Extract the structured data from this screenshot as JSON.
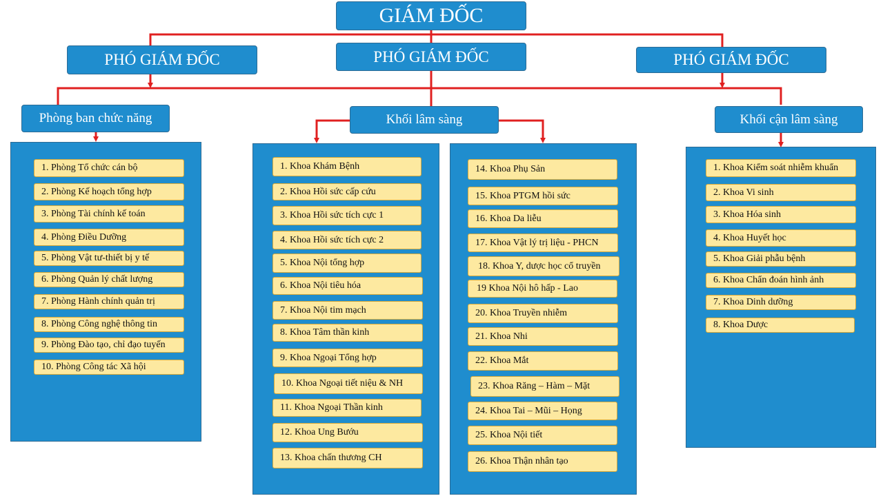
{
  "director": "GIÁM ĐỐC",
  "deputies": [
    "PHÓ GIÁM ĐỐC",
    "PHÓ GIÁM ĐỐC",
    "PHÓ GIÁM ĐỐC"
  ],
  "groups": {
    "functional": {
      "title": "Phòng ban chức năng",
      "items": [
        "1. Phòng Tổ chức cán bộ",
        "2. Phòng Kế hoạch tổng hợp",
        "3. Phòng Tài chính kế toán",
        "4. Phòng Điều Dưỡng",
        "5. Phòng Vật tư-thiết bị y tế",
        "6. Phòng Quản lý chất lượng",
        "7. Phòng Hành chính quản trị",
        "8. Phòng Công nghệ thông tin",
        "9. Phòng Đào tạo, chỉ đạo tuyến",
        "10. Phòng  Công tác Xã hội"
      ]
    },
    "clinical": {
      "title": "Khối lâm sàng",
      "items_left": [
        "1. Khoa Khám Bệnh",
        "2. Khoa Hồi sức cấp cứu",
        "3. Khoa Hồi sức tích cực 1",
        "4. Khoa Hồi sức tích cực 2",
        "5. Khoa Nội tổng hợp",
        "6. Khoa Nội tiêu hóa",
        "7. Khoa Nội tim mạch",
        "8. Khoa Tâm thần kinh",
        "9. Khoa Ngoại Tổng hợp",
        "10. Khoa Ngoại tiết niệu & NH",
        "11. Khoa Ngoại Thần kinh",
        "12. Khoa Ung Bướu",
        "13. Khoa chấn thương CH"
      ],
      "items_right": [
        "14. Khoa Phụ Sản",
        "15. Khoa PTGM hồi sức",
        "16. Khoa Da liễu",
        "17. Khoa  Vật lý trị liệu  - PHCN",
        "18. Khoa Y, dược học cổ truyền",
        "19 Khoa Nội hô hấp - Lao",
        "20. Khoa Truyền nhiễm",
        "21. Khoa Nhi",
        "22. Khoa Mắt",
        "23. Khoa  Răng – Hàm – Mặt",
        "24. Khoa Tai – Mũi – Họng",
        "25. Khoa Nội tiết",
        "26. Khoa Thận nhân tạo"
      ]
    },
    "paraclinical": {
      "title": "Khối cận lâm sàng",
      "items": [
        "1. Khoa Kiểm soát nhiễm  khuẩn",
        "2. Khoa Vi sinh",
        "3. Khoa Hóa sinh",
        "4. Khoa Huyết học",
        "5. Khoa Giải phẫu bệnh",
        "6. Khoa Chẩn đoán hình ảnh",
        "7. Khoa Dinh dưỡng",
        "8. Khoa Dược"
      ]
    }
  },
  "colors": {
    "header_fill": "#1f8dce",
    "item_fill": "#fde9a0",
    "connector": "#e02020"
  }
}
